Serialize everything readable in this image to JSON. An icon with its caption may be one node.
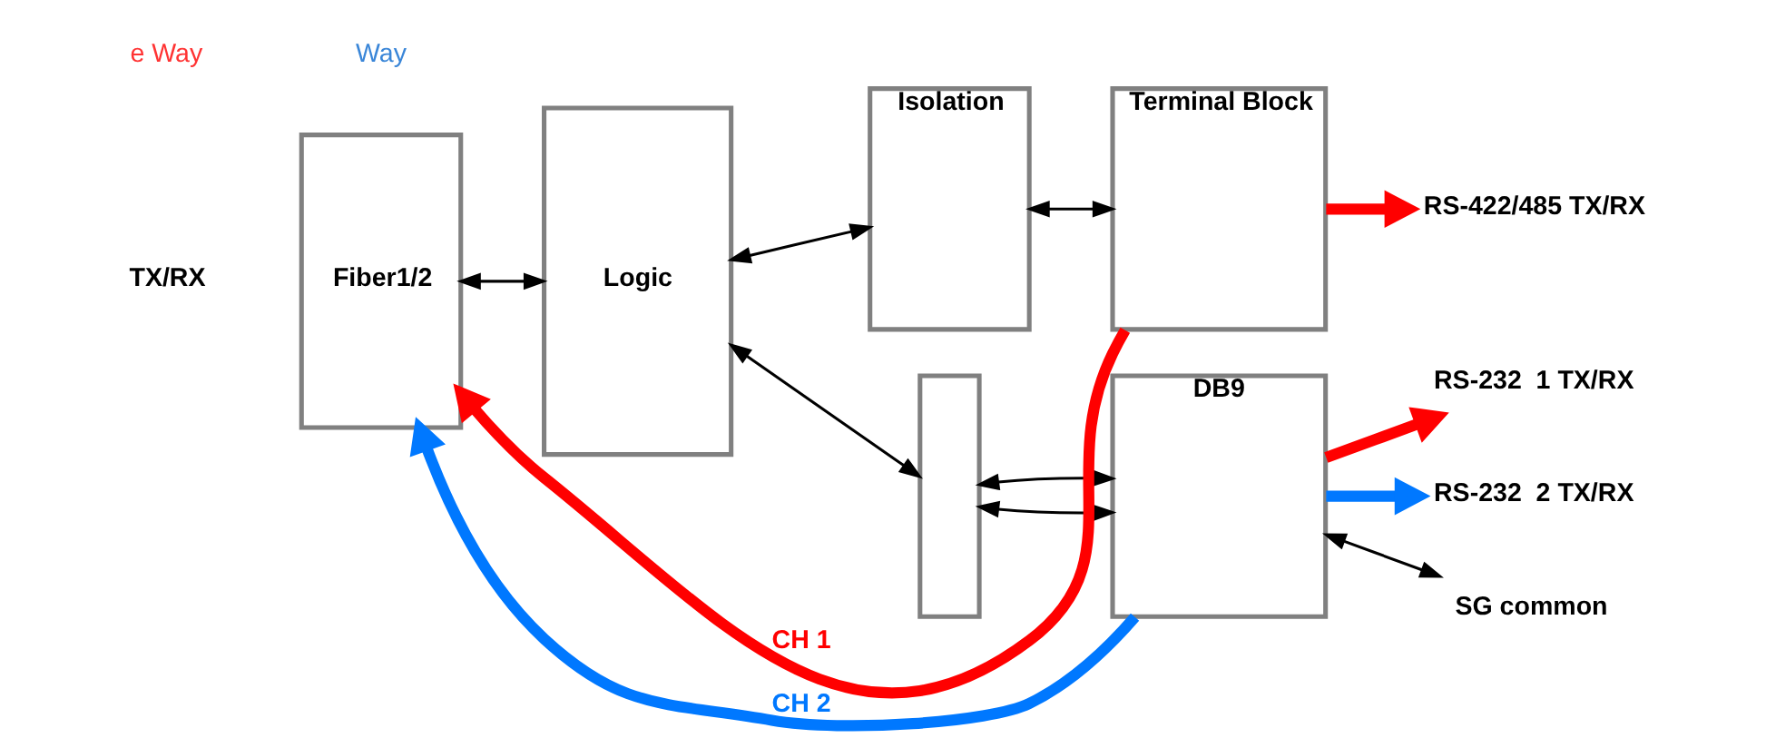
{
  "diagram": {
    "nodes": [
      {
        "text": [
          "Fiber1/2"
        ]
      },
      {
        "text": [
          "Logic"
        ]
      },
      {
        "text": [
          "Isolation"
        ]
      },
      {
        "text": [],
        "shape": "bar"
      },
      {
        "text": [
          "Terminal Block"
        ]
      },
      {
        "text": [
          "DB9"
        ]
      },
      {
        "text": [
          "RS-422/485 TX/RX"
        ]
      },
      {
        "text": [
          "RS-232  1 TX/RX"
        ]
      },
      {
        "text": [
          "RS-232  2 TX/RX"
        ]
      },
      {
        "text": [
          "SG common"
        ]
      }
    ],
    "edges": [
      {
        "from": 0,
        "to": 1,
        "arrow": "both"
      },
      {
        "from": 1,
        "to": 2,
        "arrow": "both"
      },
      {
        "from": 1,
        "to": 3,
        "arrow": "both"
      },
      {
        "from": 2,
        "to": 4,
        "arrow": "both"
      },
      {
        "from": 3,
        "to": 5,
        "arrow": "both"
      },
      {
        "from": 3,
        "to": 5,
        "arrow": "both"
      },
      {
        "from": 4,
        "to": 0,
        "label": "CH 1",
        "arrow": "to",
        "style": "thick",
        "color": "#ff0000"
      },
      {
        "from": 4,
        "to": 6,
        "arrow": "to",
        "style": "thick",
        "color": "#ff0000"
      },
      {
        "from": 5,
        "to": 7,
        "arrow": "to",
        "style": "thick",
        "color": "#ff0000"
      },
      {
        "from": 5,
        "to": 0,
        "label": "CH 2",
        "arrow": "to",
        "style": "thick",
        "color": "#0078ff"
      },
      {
        "from": 5,
        "to": 8,
        "arrow": "to",
        "style": "thick",
        "color": "#0078ff"
      },
      {
        "from": 5,
        "to": 9,
        "arrow": "both"
      }
    ],
    "labels": [
      "e Way",
      "Way",
      "TX/RX"
    ]
  }
}
